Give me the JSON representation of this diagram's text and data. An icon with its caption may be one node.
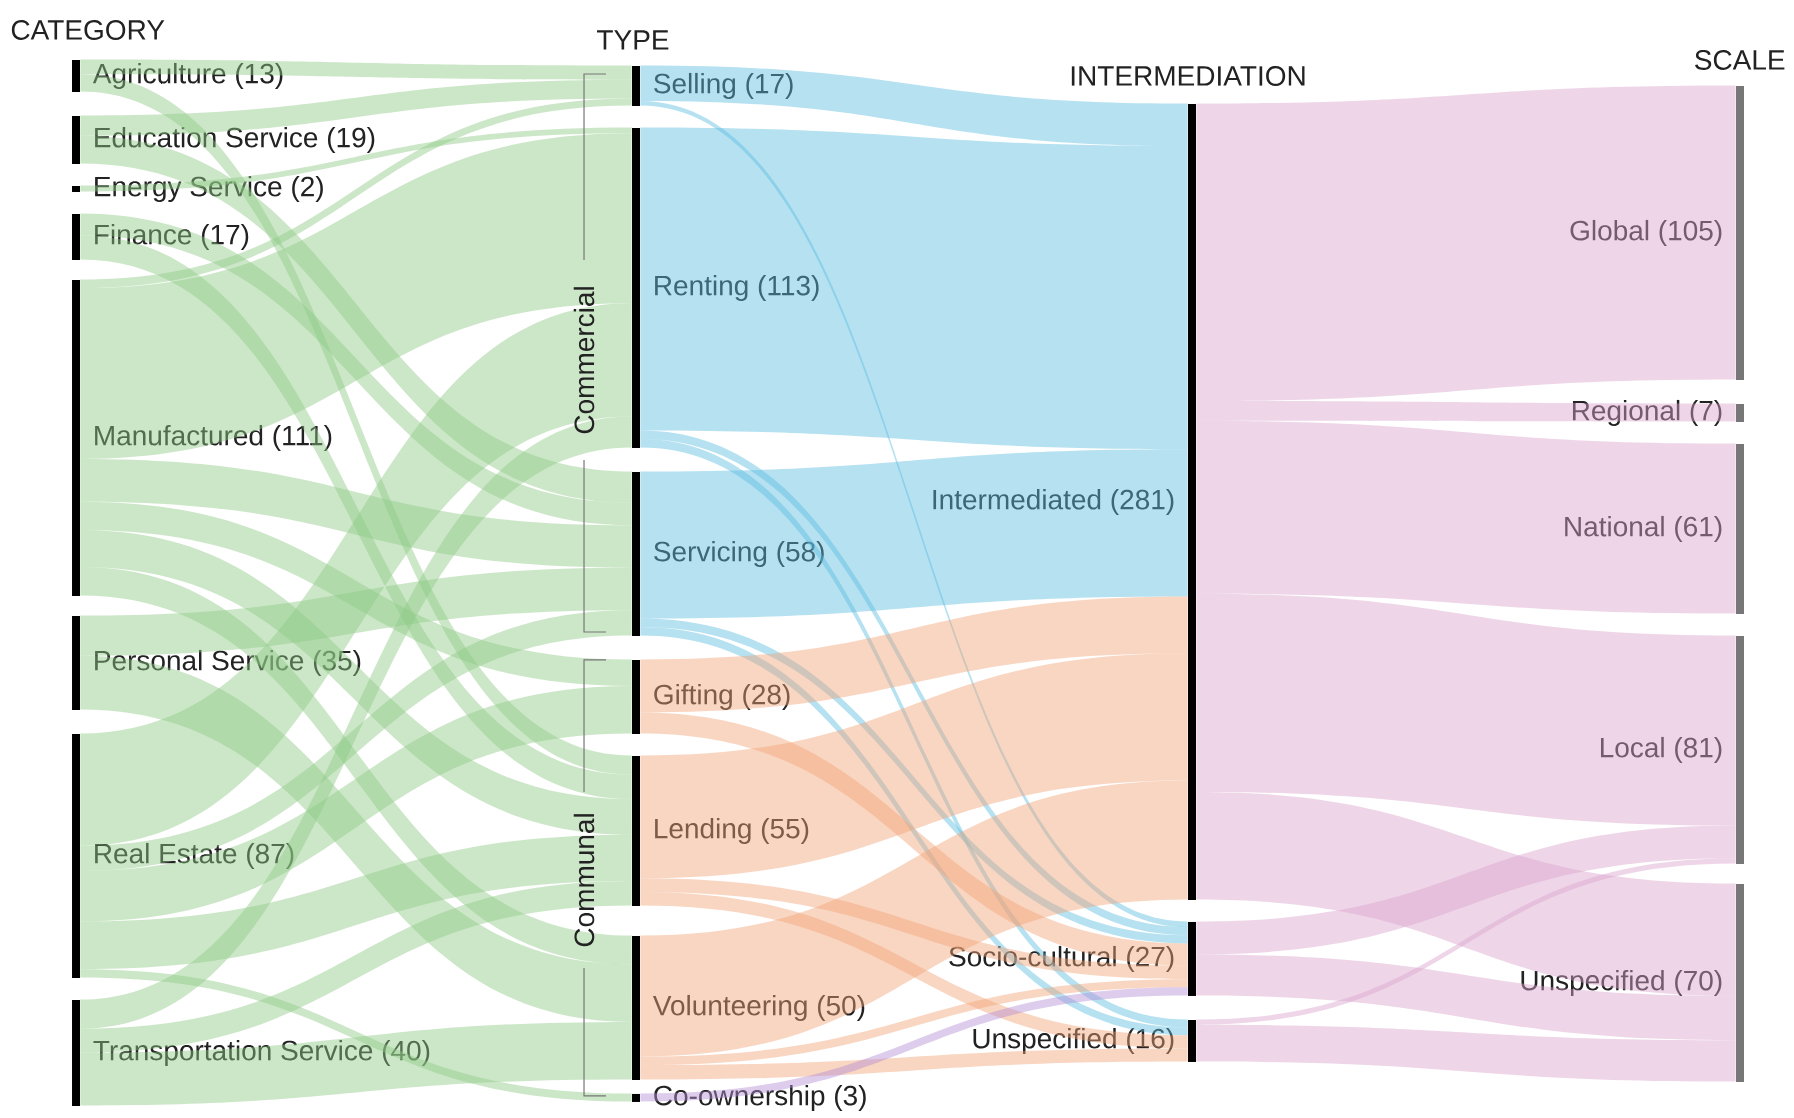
{
  "diagram": {
    "nodes": [
      {
        "text": [
          "Agriculture (13)"
        ]
      },
      {
        "text": [
          "Education Service (19)"
        ]
      },
      {
        "text": [
          "Energy Service (2)"
        ]
      },
      {
        "text": [
          "Finance (17)"
        ]
      },
      {
        "text": [
          "Manufactured (111)"
        ]
      },
      {
        "text": [
          "Personal Service (35)"
        ]
      },
      {
        "text": [
          "Real Estate (87)"
        ]
      },
      {
        "text": [
          "Transportation Service (40)"
        ]
      },
      {
        "text": [
          "Selling (17)"
        ]
      },
      {
        "text": [
          "Renting (113)"
        ]
      },
      {
        "text": [
          "Servicing (58)"
        ]
      },
      {
        "text": [
          "Gifting (28)"
        ]
      },
      {
        "text": [
          "Lending (55)"
        ]
      },
      {
        "text": [
          "Volunteering (50)"
        ]
      },
      {
        "text": [
          "Co-ownership (3)"
        ]
      },
      {
        "text": [
          "Intermediated (281)"
        ]
      },
      {
        "text": [
          "Socio-cultural (27)"
        ]
      },
      {
        "text": [
          "Unspecified (16)"
        ]
      },
      {
        "text": [
          "Global (105)"
        ]
      },
      {
        "text": [
          "Regional (7)"
        ]
      },
      {
        "text": [
          "National (61)"
        ]
      },
      {
        "text": [
          "Local (81)"
        ]
      },
      {
        "text": [
          "Unspecified (70)"
        ]
      }
    ],
    "edges": [
      {
        "from": 0,
        "to": 8,
        "arrow": "none"
      },
      {
        "from": 0,
        "to": 12,
        "arrow": "none"
      },
      {
        "from": 1,
        "to": 8,
        "arrow": "none"
      },
      {
        "from": 1,
        "to": 10,
        "arrow": "none"
      },
      {
        "from": 2,
        "to": 9,
        "arrow": "none"
      },
      {
        "from": 3,
        "to": 10,
        "arrow": "none"
      },
      {
        "from": 3,
        "to": 12,
        "arrow": "none"
      },
      {
        "from": 4,
        "to": 8,
        "arrow": "none"
      },
      {
        "from": 4,
        "to": 9,
        "arrow": "none"
      },
      {
        "from": 4,
        "to": 10,
        "arrow": "none"
      },
      {
        "from": 4,
        "to": 11,
        "arrow": "none"
      },
      {
        "from": 4,
        "to": 12,
        "arrow": "none"
      },
      {
        "from": 4,
        "to": 13,
        "arrow": "none"
      },
      {
        "from": 5,
        "to": 10,
        "arrow": "none"
      },
      {
        "from": 5,
        "to": 13,
        "arrow": "none"
      },
      {
        "from": 6,
        "to": 9,
        "arrow": "none"
      },
      {
        "from": 6,
        "to": 10,
        "arrow": "none"
      },
      {
        "from": 6,
        "to": 11,
        "arrow": "none"
      },
      {
        "from": 6,
        "to": 12,
        "arrow": "none"
      },
      {
        "from": 6,
        "to": 14,
        "arrow": "none"
      },
      {
        "from": 7,
        "to": 9,
        "arrow": "none"
      },
      {
        "from": 7,
        "to": 12,
        "arrow": "none"
      },
      {
        "from": 7,
        "to": 13,
        "arrow": "none"
      },
      {
        "from": 8,
        "to": 15,
        "arrow": "none",
        "color": "#5bbde0"
      },
      {
        "from": 8,
        "to": 16,
        "arrow": "none",
        "color": "#5bbde0"
      },
      {
        "from": 9,
        "to": 15,
        "arrow": "none",
        "color": "#5bbde0"
      },
      {
        "from": 9,
        "to": 16,
        "arrow": "none",
        "color": "#5bbde0"
      },
      {
        "from": 9,
        "to": 17,
        "arrow": "none",
        "color": "#5bbde0"
      },
      {
        "from": 10,
        "to": 15,
        "arrow": "none",
        "color": "#5bbde0"
      },
      {
        "from": 10,
        "to": 16,
        "arrow": "none",
        "color": "#5bbde0"
      },
      {
        "from": 10,
        "to": 17,
        "arrow": "none",
        "color": "#5bbde0"
      },
      {
        "from": 11,
        "to": 15,
        "arrow": "none",
        "color": "#f2a477"
      },
      {
        "from": 11,
        "to": 16,
        "arrow": "none",
        "color": "#f2a477"
      },
      {
        "from": 12,
        "to": 15,
        "arrow": "none",
        "color": "#f2a477"
      },
      {
        "from": 12,
        "to": 16,
        "arrow": "none",
        "color": "#f2a477"
      },
      {
        "from": 12,
        "to": 17,
        "arrow": "none",
        "color": "#f2a477"
      },
      {
        "from": 13,
        "to": 15,
        "arrow": "none",
        "color": "#f2a477"
      },
      {
        "from": 13,
        "to": 16,
        "arrow": "none",
        "color": "#f2a477"
      },
      {
        "from": 13,
        "to": 17,
        "arrow": "none",
        "color": "#f2a477"
      },
      {
        "from": 14,
        "to": 16,
        "arrow": "none",
        "color": "#b48fd4"
      },
      {
        "from": 15,
        "to": 18,
        "arrow": "none",
        "color": "#d9a5cc"
      },
      {
        "from": 15,
        "to": 19,
        "arrow": "none",
        "color": "#d9a5cc"
      },
      {
        "from": 15,
        "to": 20,
        "arrow": "none",
        "color": "#d9a5cc"
      },
      {
        "from": 15,
        "to": 21,
        "arrow": "none",
        "color": "#d9a5cc"
      },
      {
        "from": 15,
        "to": 22,
        "arrow": "none",
        "color": "#d9a5cc"
      },
      {
        "from": 16,
        "to": 21,
        "arrow": "none",
        "color": "#d9a5cc"
      },
      {
        "from": 16,
        "to": 22,
        "arrow": "none",
        "color": "#d9a5cc"
      },
      {
        "from": 17,
        "to": 21,
        "arrow": "none",
        "color": "#d9a5cc"
      },
      {
        "from": 17,
        "to": 22,
        "arrow": "none",
        "color": "#d9a5cc"
      }
    ],
    "labels": [
      "CATEGORY",
      "TYPE",
      "INTERMEDIATION",
      "SCALE",
      "Commercial",
      "Communal"
    ]
  }
}
